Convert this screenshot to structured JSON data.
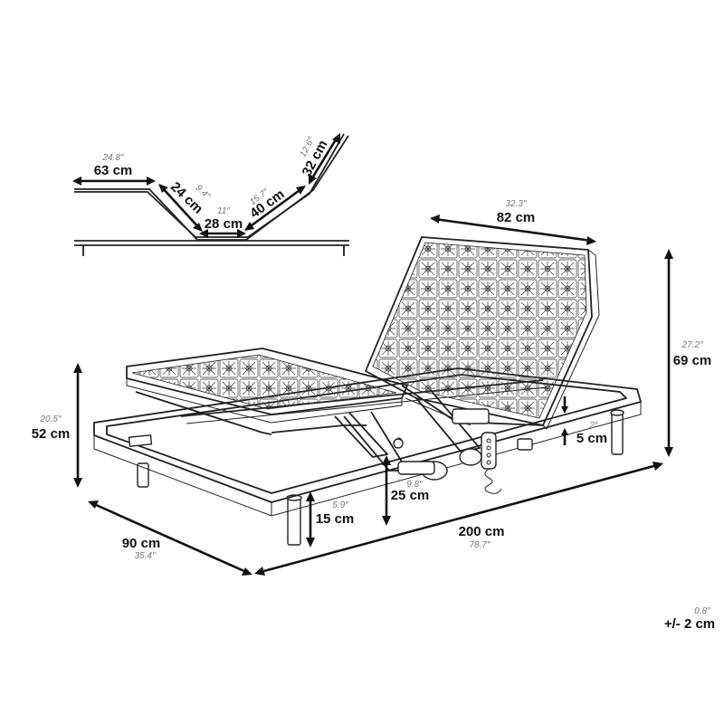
{
  "profile": {
    "flat_section": {
      "cm": "63 cm",
      "inch": "24.8″"
    },
    "back_drop": {
      "cm": "24 cm",
      "inch": "9.4″"
    },
    "seat_bottom": {
      "cm": "28 cm",
      "inch": "11″"
    },
    "back_rise": {
      "cm": "40 cm",
      "inch": "15.7″"
    },
    "head_tip": {
      "cm": "32 cm",
      "inch": "12.6″"
    }
  },
  "bed": {
    "headrest_width": {
      "cm": "82 cm",
      "inch": "32.3″"
    },
    "max_height": {
      "cm": "69 cm",
      "inch": "27.2″"
    },
    "raised_height": {
      "cm": "52 cm",
      "inch": "20.5″"
    },
    "frame_thickness": {
      "cm": "5 cm",
      "inch": "2″"
    },
    "clearance": {
      "cm": "25 cm",
      "inch": "9.8″"
    },
    "leg_height": {
      "cm": "15 cm",
      "inch": "5.9″"
    },
    "length": {
      "cm": "200 cm",
      "inch": "78.7″"
    },
    "width": {
      "cm": "90 cm",
      "inch": "35.4″"
    }
  },
  "tolerance": {
    "cm": "+/- 2 cm",
    "inch": "0.8″"
  }
}
